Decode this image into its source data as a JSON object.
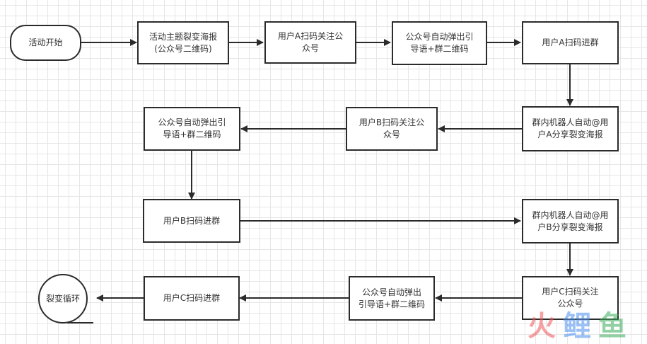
{
  "nodes": {
    "start": "活动开始",
    "poster": "活动主题裂变海报\n(公众号二维码)",
    "a_follow": "用户A扫码关注公\n众号",
    "a_popup": "公众号自动弹出引\n导语+群二维码",
    "a_join": "用户A扫码进群",
    "a_bot": "群内机器人自动@用\n户A分享裂变海报",
    "b_follow": "用户B扫码关注公\n众号",
    "b_popup": "公众号自动弹出引\n导语+群二维码",
    "b_join": "用户B扫码进群",
    "b_bot": "群内机器人自动@用\n户B分享裂变海报",
    "c_follow": "用户C扫码关注\n公众号",
    "c_popup": "公众号自动弹出\n引导语+群二维码",
    "c_join": "用户C扫码进群",
    "loop": "裂变循环"
  },
  "watermark": {
    "chars": [
      "火",
      "鲤",
      "鱼"
    ],
    "colors": [
      "#f0555a",
      "#4a8ff0",
      "#3aad5a"
    ]
  }
}
